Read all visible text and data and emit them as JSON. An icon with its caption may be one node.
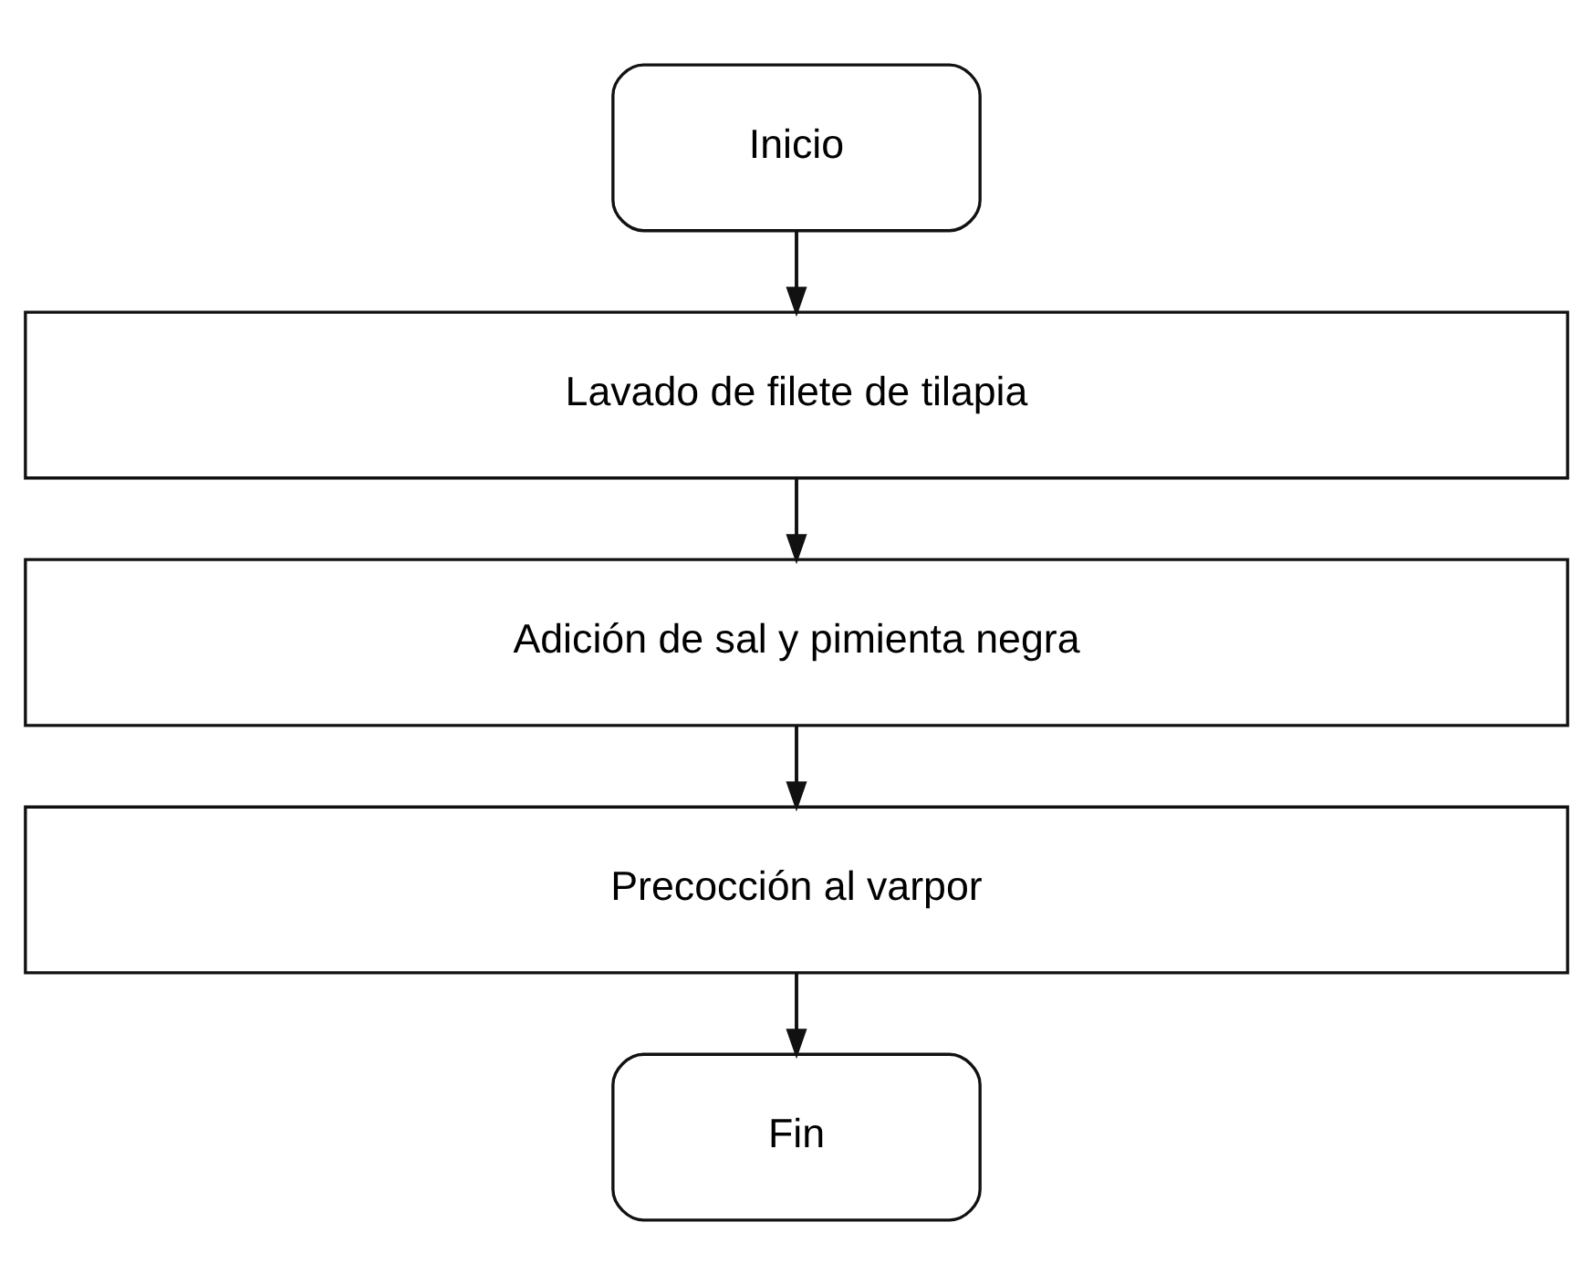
{
  "diagram": {
    "nodes": [
      {
        "text": [
          "Inicio"
        ]
      },
      {
        "text": [
          "Lavado de filete de tilapia"
        ]
      },
      {
        "text": [
          "Adición de sal y pimienta negra"
        ]
      },
      {
        "text": [
          "Precocción al varpor"
        ]
      },
      {
        "text": [
          "Fin"
        ]
      }
    ],
    "edges": [
      {
        "from": 0,
        "to": 1,
        "arrow": "to"
      },
      {
        "from": 1,
        "to": 2,
        "arrow": "to"
      },
      {
        "from": 2,
        "to": 3,
        "arrow": "to"
      },
      {
        "from": 3,
        "to": 4,
        "arrow": "to"
      }
    ]
  }
}
